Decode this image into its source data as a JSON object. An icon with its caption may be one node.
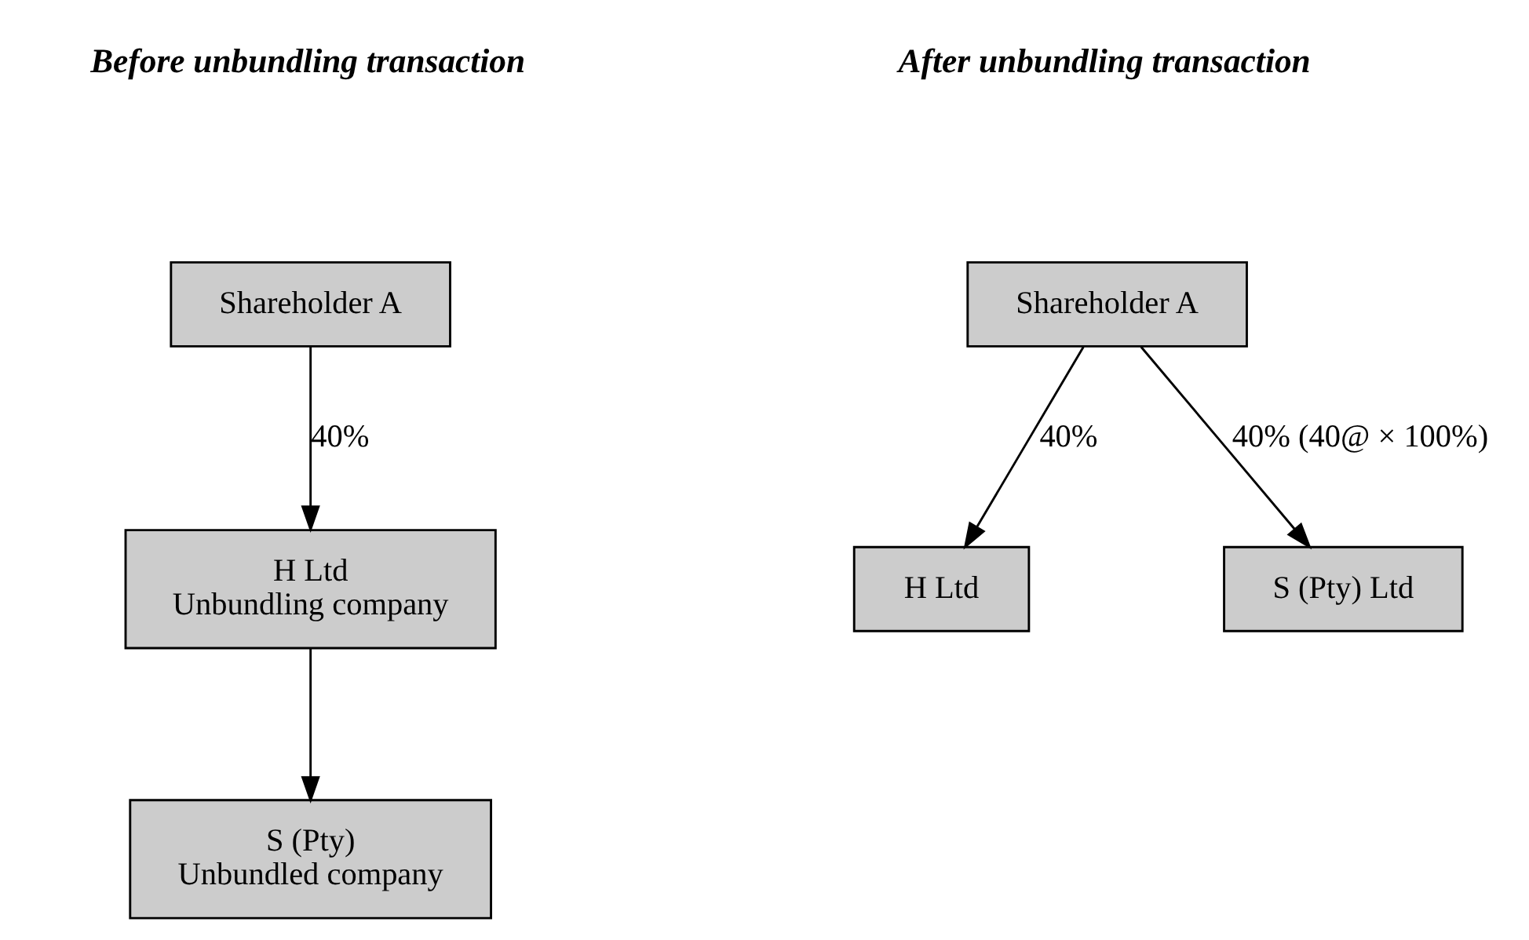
{
  "diagram": {
    "nodes": [
      {
        "text": [
          "Shareholder A"
        ]
      },
      {
        "text": [
          "H Ltd",
          "Unbundling company"
        ]
      },
      {
        "text": [
          "S (Pty)",
          "Unbundled company"
        ]
      },
      {
        "text": [
          "Shareholder A"
        ]
      },
      {
        "text": [
          "H Ltd"
        ]
      },
      {
        "text": [
          "S (Pty) Ltd"
        ]
      }
    ],
    "edges": [
      {
        "from": 0,
        "to": 1,
        "arrow": "to",
        "label": "40%"
      },
      {
        "from": 1,
        "to": 2,
        "arrow": "to"
      },
      {
        "from": 3,
        "to": 4,
        "arrow": "to",
        "label": "40%"
      },
      {
        "from": 3,
        "to": 5,
        "arrow": "to",
        "label": "40% (40@ × 100%)"
      }
    ],
    "labels": [
      "Before unbundling transaction",
      "After unbundling transaction"
    ]
  }
}
